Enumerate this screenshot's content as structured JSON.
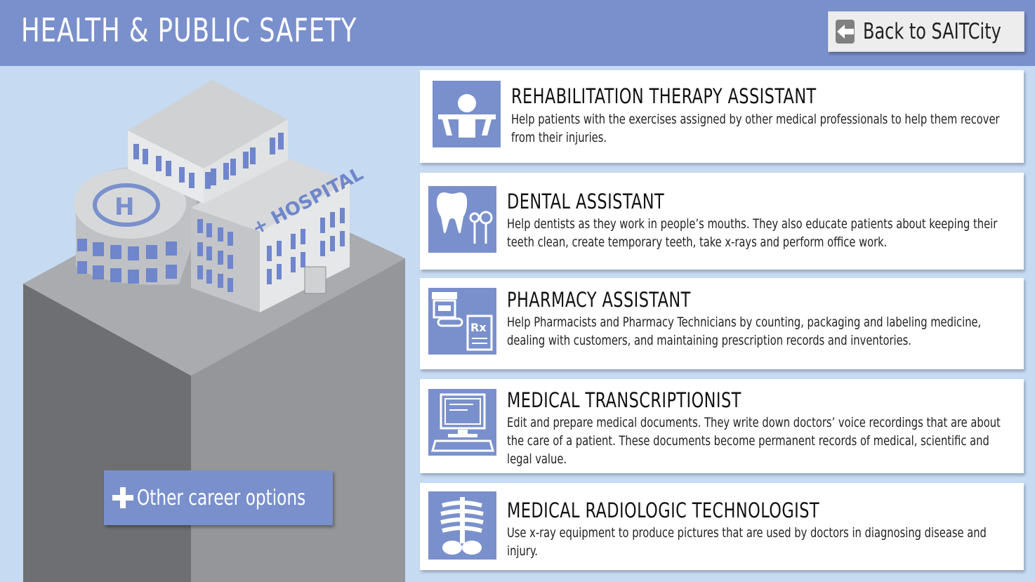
{
  "header": {
    "title": "HEALTH & PUBLIC SAFETY",
    "back_label": "Back to SAITCity"
  },
  "illustration": {
    "sign_text": "+ HOSPITAL"
  },
  "other_careers_label": "Other career options",
  "careers": [
    {
      "title": "REHABILITATION THERAPY ASSISTANT",
      "description": "Help patients with the exercises assigned by other medical professionals to help them recover from their injuries.",
      "icon": "therapist-icon"
    },
    {
      "title": "DENTAL ASSISTANT",
      "description": "Help dentists as they work in people’s mouths. They also educate patients about keeping their teeth clean, create temporary teeth, take x-rays and perform office work.",
      "icon": "tooth-icon"
    },
    {
      "title": "PHARMACY ASSISTANT",
      "description": "Help Pharmacists and Pharmacy Technicians by counting, packaging and labeling medicine, dealing with customers, and maintaining prescription records and inventories.",
      "icon": "prescription-icon"
    },
    {
      "title": "MEDICAL TRANSCRIPTIONIST",
      "description": "Edit and prepare medical documents. They write down doctors’ voice recordings that are about the care of a patient. These documents become permanent records of medical, scientific and legal value.",
      "icon": "computer-icon"
    },
    {
      "title": "MEDICAL RADIOLOGIC TECHNOLOGIST",
      "description": "Use x-ray equipment to produce pictures that are used by doctors in diagnosing disease and injury.",
      "icon": "xray-skeleton-icon"
    }
  ],
  "colors": {
    "accent": "#7a90cc",
    "background": "#c6daf2",
    "card": "#ffffff"
  }
}
